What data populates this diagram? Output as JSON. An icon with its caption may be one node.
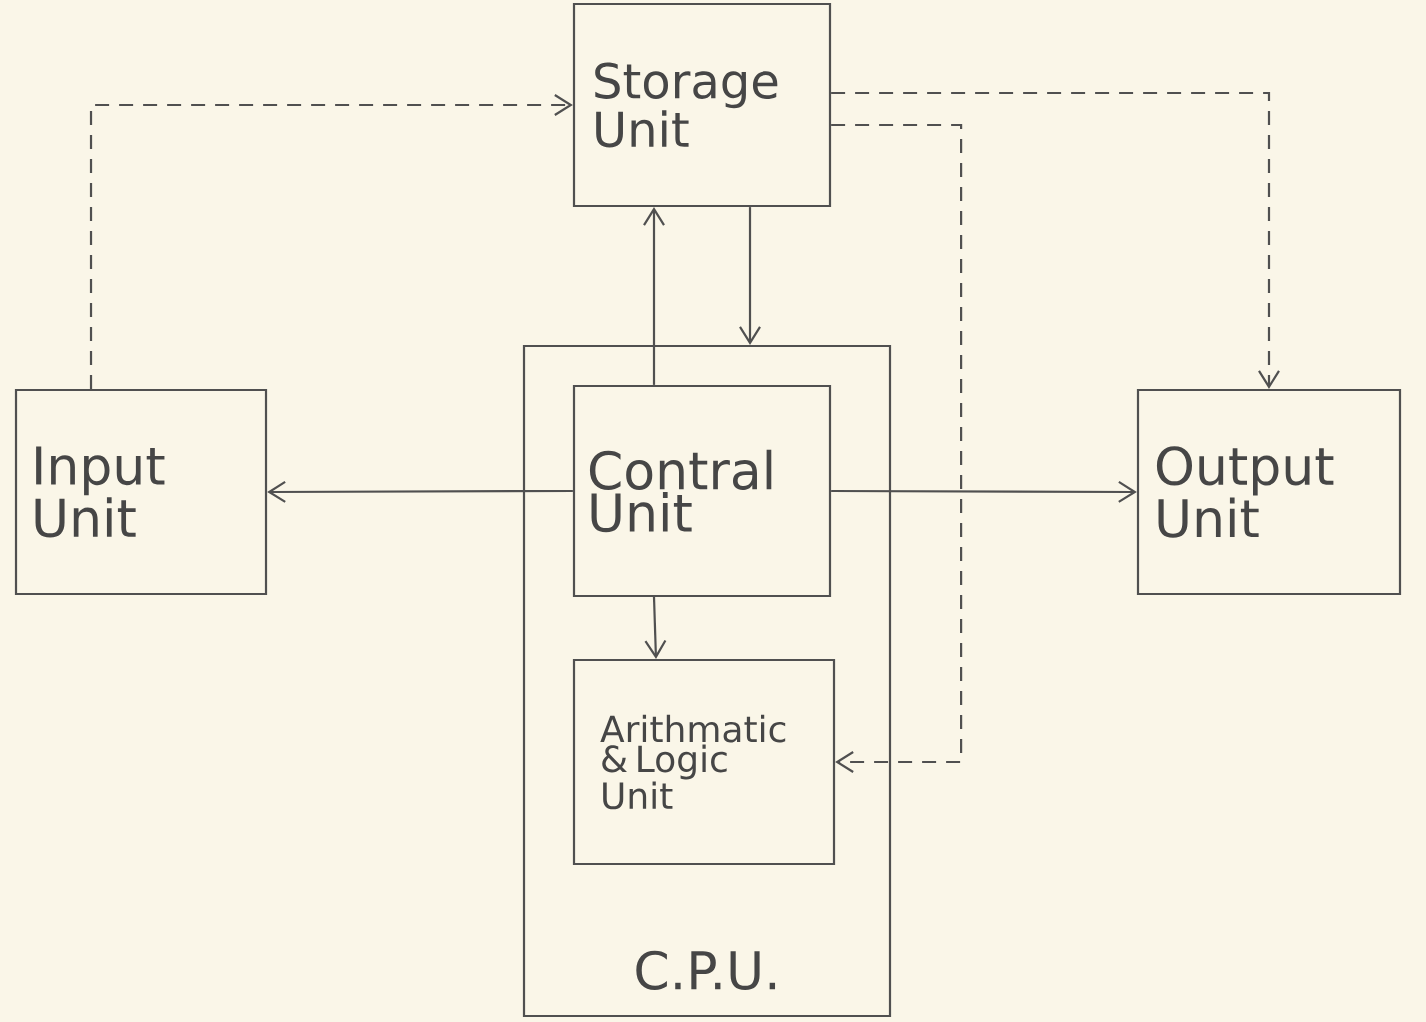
{
  "diagram": {
    "nodes": [
      {
        "text": [
          "Storage Unit"
        ]
      },
      {
        "text": [
          "Input Unit"
        ]
      },
      {
        "text": [
          "C.P.U."
        ]
      },
      {
        "text": [
          "Contral Unit"
        ],
        "in": 2
      },
      {
        "text": [
          "Output Unit"
        ]
      },
      {
        "text": [
          "Arithmatic & Logic Unit"
        ],
        "in": 2
      }
    ],
    "edges": [
      {
        "from": 1,
        "to": 0,
        "arrow": "to",
        "style": "dashed"
      },
      {
        "from": 0,
        "to": 4,
        "arrow": "to",
        "style": "dashed"
      },
      {
        "from": 0,
        "to": 5,
        "arrow": "to",
        "style": "dashed"
      },
      {
        "from": 3,
        "to": 0,
        "arrow": "to"
      },
      {
        "from": 0,
        "to": 2,
        "arrow": "to"
      },
      {
        "from": 3,
        "to": 1,
        "arrow": "to"
      },
      {
        "from": 3,
        "to": 4,
        "arrow": "to"
      },
      {
        "from": 3,
        "to": 5,
        "arrow": "to"
      }
    ]
  }
}
